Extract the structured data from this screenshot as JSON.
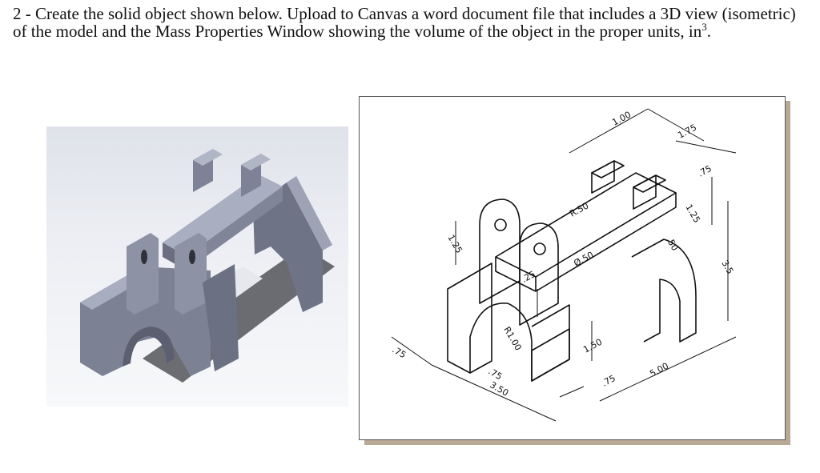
{
  "question": {
    "number": "2",
    "text": "- Create the solid object shown below. Upload to Canvas a word document file that includes a 3D view (isometric) of the model and the Mass Properties Window showing the volume of the object in the proper units, in",
    "unit_exponent": "3",
    "end": "."
  },
  "render": {
    "model_color": "#8a8fa3",
    "shadow_color": "#4a4c52"
  },
  "drawing": {
    "dimensions": {
      "d1_00": "1.00",
      "d1_75": "1.75",
      "d75_top": ".75",
      "r50": "R.50",
      "d1_25_right": "1.25",
      "d3_5": "3.5",
      "d50": ".50",
      "d1_25_left": "1.25",
      "dia50": "Ø.50",
      "d25": ".25",
      "r1_00": "R1.00",
      "d1_50": "1.50",
      "d75_left": ".75",
      "d75_bottom": ".75",
      "d3_50": "3.50",
      "d75_foot": ".75",
      "d5_00": "5.00"
    }
  }
}
